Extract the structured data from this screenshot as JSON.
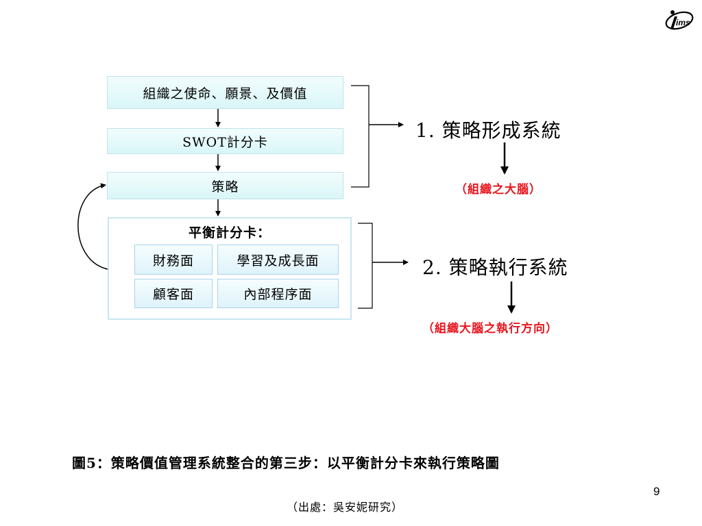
{
  "logo": {
    "text": "ims"
  },
  "flow": {
    "mission": "組織之使命、願景、及價值",
    "swot": "SWOT計分卡",
    "strategy": "策略",
    "bsc": {
      "title": "平衡計分卡：",
      "cells": [
        "財務面",
        "學習及成長面",
        "顧客面",
        "內部程序面"
      ]
    }
  },
  "systems": {
    "formation": {
      "label": "1. 策略形成系統",
      "note": "（組織之大腦）"
    },
    "execution": {
      "label": "2. 策略執行系統",
      "note": "（組織大腦之執行方向）"
    }
  },
  "colors": {
    "box_fill": "#d9f6f8",
    "note_red": "#e8141c",
    "frame_border": "#c7e6f2"
  },
  "caption": "圖5：策略價值管理系統整合的第三步：以平衡計分卡來執行策略圖",
  "page_number": "9",
  "source": "（出處：吳安妮研究）"
}
